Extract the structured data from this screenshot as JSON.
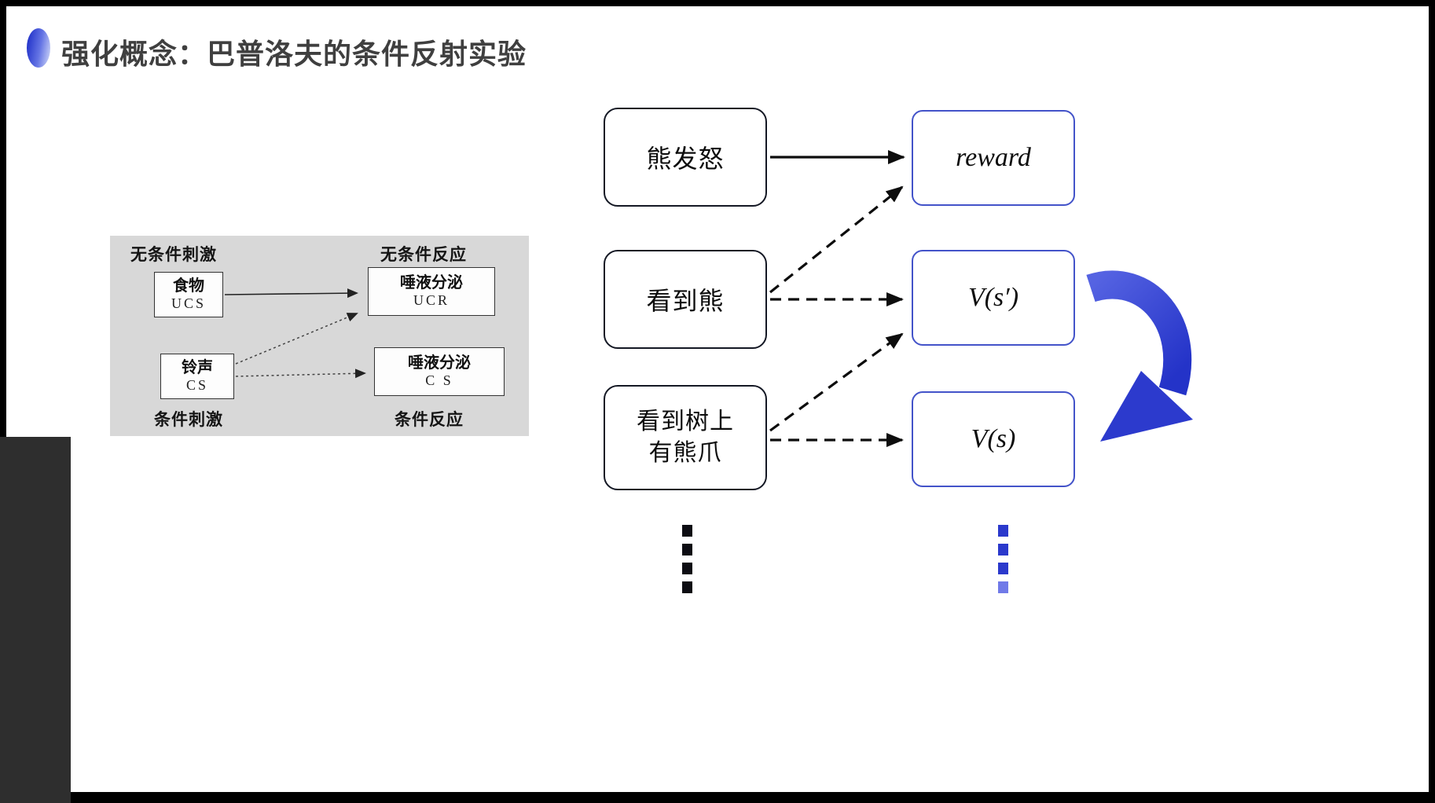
{
  "slide": {
    "title": "强化概念：巴普洛夫的条件反射实验"
  },
  "pavlov_panel": {
    "top_left_label": "无条件刺激",
    "top_right_label": "无条件反应",
    "bottom_left_label": "条件刺激",
    "bottom_right_label": "条件反应",
    "boxes": {
      "food": {
        "name": "食物",
        "abbr": "UCS"
      },
      "ucr": {
        "name": "唾液分泌",
        "abbr": "UCR"
      },
      "bell": {
        "name": "铃声",
        "abbr": "CS"
      },
      "cr": {
        "name": "唾液分泌",
        "abbr": "C S"
      }
    }
  },
  "rl_diagram": {
    "state_boxes": [
      {
        "lines": [
          "熊发怒"
        ]
      },
      {
        "lines": [
          "看到熊"
        ]
      },
      {
        "lines": [
          "看到树上",
          "有熊爪"
        ]
      }
    ],
    "value_boxes": [
      {
        "label": "reward"
      },
      {
        "label": "V(s′)"
      },
      {
        "label": "V(s)"
      }
    ]
  },
  "colors": {
    "accent_blue": "#2b39cc",
    "value_box_border": "#4353c9",
    "state_box_border": "#141824",
    "panel_gray": "#d8d8d8",
    "title_text": "#3f3f3f",
    "arrow_black": "#0d0d0d",
    "ellipsis_left": "#0c0c12",
    "ellipsis_right": "#2b39cc"
  }
}
